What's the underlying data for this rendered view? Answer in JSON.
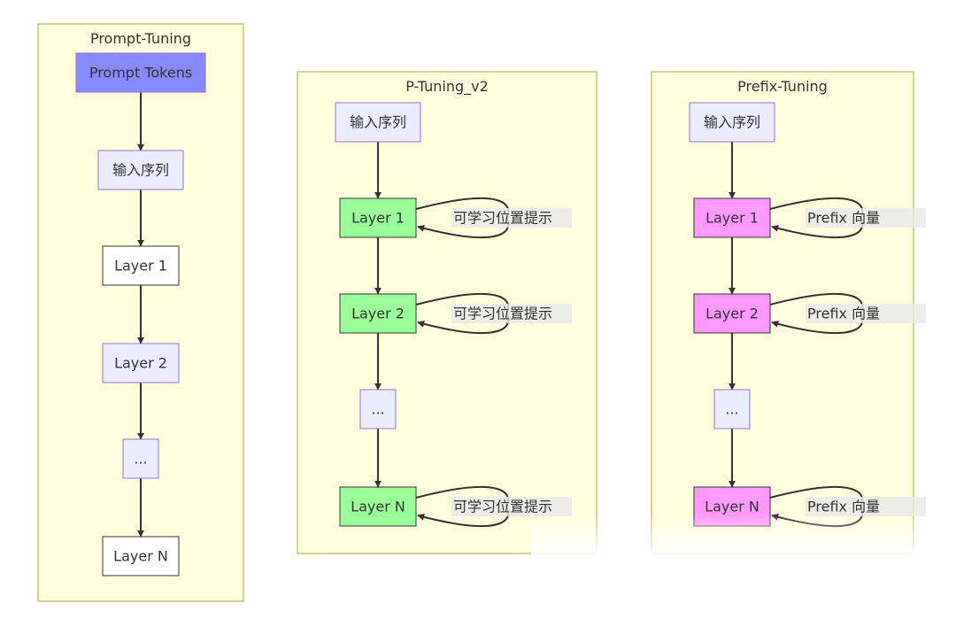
{
  "colors": {
    "panel_fill": "#ffffde",
    "panel_stroke": "#aaaa33",
    "default_node_fill": "#ececff",
    "default_node_stroke": "#9370db",
    "prompt_tokens_fill": "#8888ff",
    "white_node_fill": "#ffffff",
    "green_node_fill": "#99ff99",
    "pink_node_fill": "#ff99ff",
    "edge": "#333333"
  },
  "panels": [
    {
      "id": "prompt-tuning",
      "title": "Prompt-Tuning",
      "nodes": [
        {
          "id": "pt-prompt-tokens",
          "label": "Prompt Tokens",
          "style": "prompt"
        },
        {
          "id": "pt-input-seq",
          "label": "输入序列",
          "style": "default"
        },
        {
          "id": "pt-layer-1",
          "label": "Layer 1",
          "style": "white"
        },
        {
          "id": "pt-layer-2",
          "label": "Layer 2",
          "style": "default"
        },
        {
          "id": "pt-ellipsis",
          "label": "...",
          "style": "default"
        },
        {
          "id": "pt-layer-n",
          "label": "Layer N",
          "style": "white"
        }
      ],
      "loops": []
    },
    {
      "id": "p-tuning-v2",
      "title": "P-Tuning_v2",
      "nodes": [
        {
          "id": "pv2-input-seq",
          "label": "输入序列",
          "style": "default"
        },
        {
          "id": "pv2-layer-1",
          "label": "Layer 1",
          "style": "green"
        },
        {
          "id": "pv2-layer-2",
          "label": "Layer 2",
          "style": "green"
        },
        {
          "id": "pv2-ellipsis",
          "label": "...",
          "style": "default"
        },
        {
          "id": "pv2-layer-n",
          "label": "Layer N",
          "style": "green"
        }
      ],
      "loops": [
        {
          "node": "pv2-layer-1",
          "label": "可学习位置提示"
        },
        {
          "node": "pv2-layer-2",
          "label": "可学习位置提示"
        },
        {
          "node": "pv2-layer-n",
          "label": "可学习位置提示"
        }
      ]
    },
    {
      "id": "prefix-tuning",
      "title": "Prefix-Tuning",
      "nodes": [
        {
          "id": "pf-input-seq",
          "label": "输入序列",
          "style": "default"
        },
        {
          "id": "pf-layer-1",
          "label": "Layer 1",
          "style": "pink"
        },
        {
          "id": "pf-layer-2",
          "label": "Layer 2",
          "style": "pink"
        },
        {
          "id": "pf-ellipsis",
          "label": "...",
          "style": "default"
        },
        {
          "id": "pf-layer-n",
          "label": "Layer N",
          "style": "pink"
        }
      ],
      "loops": [
        {
          "node": "pf-layer-1",
          "label": "Prefix 向量"
        },
        {
          "node": "pf-layer-2",
          "label": "Prefix 向量"
        },
        {
          "node": "pf-layer-n",
          "label": "Prefix 向量"
        }
      ]
    }
  ]
}
